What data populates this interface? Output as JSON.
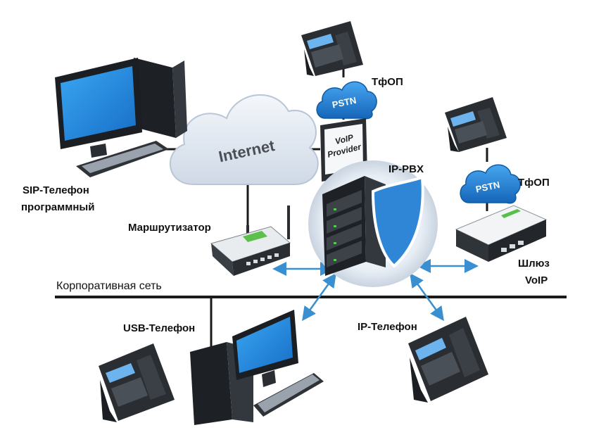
{
  "labels": {
    "sip_softphone_line1": "SIP-Телефон",
    "sip_softphone_line2": "программный",
    "internet": "Internet",
    "pstn_top": "PSTN",
    "tfop_top": "ТфОП",
    "voip_provider_line1": "VoIP",
    "voip_provider_line2": "Provider",
    "ip_pbx": "IP-PBX",
    "pstn_right": "PSTN",
    "tfop_right": "ТфОП",
    "router": "Маршрутизатор",
    "gateway_line1": "Шлюз",
    "gateway_line2": "VoIP",
    "corporate_network": "Корпоративная сеть",
    "usb_phone": "USB-Телефон",
    "ip_phone": "IP-Телефон"
  },
  "colors": {
    "line": "#1a1a1a",
    "arrow": "#3a8fd0",
    "screen": "#1f8fe0",
    "device": "#2a2e33",
    "cloud_internet": "#dfe7f1",
    "cloud_pstn": "#1e88dd",
    "shield": "#2f86d6"
  }
}
